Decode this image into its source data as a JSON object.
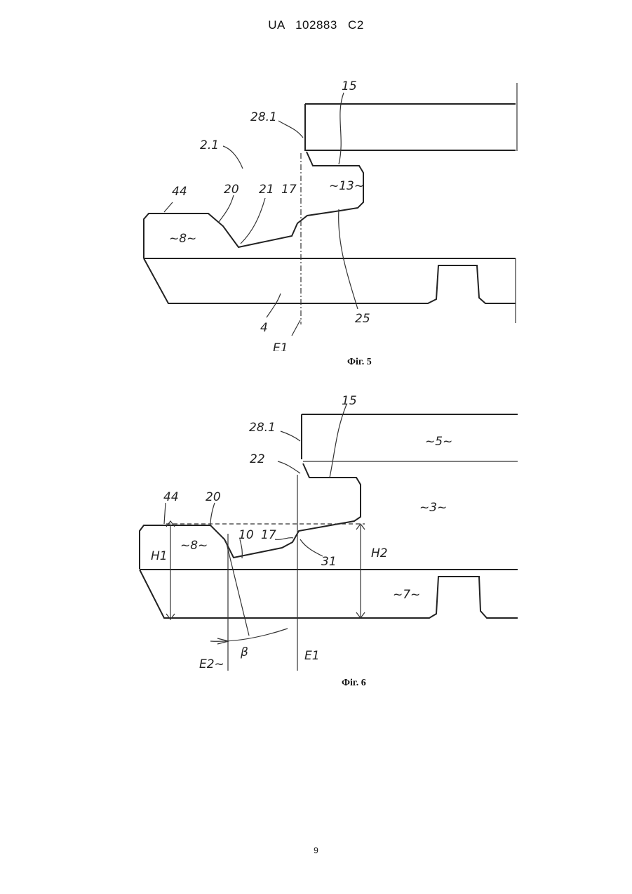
{
  "header": {
    "text": "UA   102883   C2"
  },
  "figure5": {
    "caption": "Фіг. 5",
    "labels": {
      "l15": "15",
      "l28_1": "28.1",
      "l2_1": "2.1",
      "l44": "44",
      "l20": "20",
      "l21": "21",
      "l17": "17",
      "l13": "~13~",
      "l8": "~8~",
      "l4": "4",
      "l25": "25",
      "lE1": "E1"
    }
  },
  "figure6": {
    "caption": "Фіг. 6",
    "labels": {
      "l15": "15",
      "l28_1": "28.1",
      "l5": "~5~",
      "l22": "22",
      "l3": "~3~",
      "l44": "44",
      "l20": "20",
      "l8": "~8~",
      "l10": "10",
      "l17": "17",
      "l31": "31",
      "lH1": "H1",
      "lH2": "H2",
      "l7": "~7~",
      "lbeta": "β",
      "lE2": "E2~",
      "lE1": "E1"
    }
  },
  "page_number": "9"
}
